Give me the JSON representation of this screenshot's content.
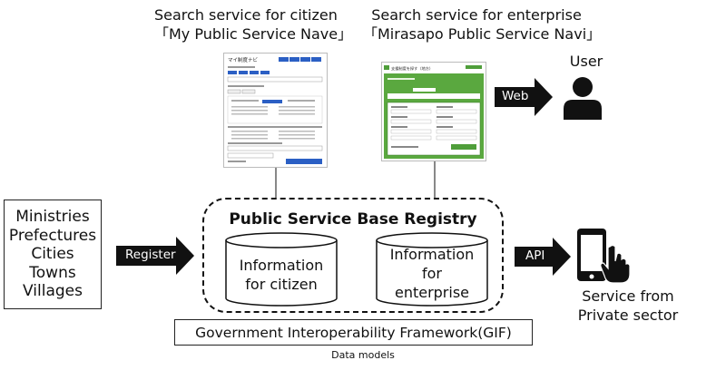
{
  "citizen_service": {
    "caption_line1": "Search service for citizen",
    "caption_line2": "「My Public Service Nave」",
    "screenshot_title": "マイ制度ナビ"
  },
  "enterprise_service": {
    "caption_line1": "Search service  for enterprise",
    "caption_line2": "「Mirasapo Public Service Navi」",
    "screenshot_title": "支援制度を探す（地方）"
  },
  "user": {
    "label": "User",
    "arrow_label": "Web"
  },
  "left_box": {
    "lines": [
      "Ministries",
      "Prefectures",
      "Cities",
      "Towns",
      "Villages"
    ]
  },
  "register_arrow": {
    "label": "Register"
  },
  "registry": {
    "title": "Public Service Base Registry",
    "db_citizen": {
      "line1": "Information",
      "line2": "for citizen"
    },
    "db_enterprise": {
      "line1": "Information",
      "line2": "for",
      "line3": "enterprise"
    }
  },
  "api_arrow": {
    "label": "API"
  },
  "private": {
    "line1": "Service from",
    "line2": "Private sector"
  },
  "gif": {
    "label": "Government Interoperability Framework(GIF)"
  },
  "data_models": {
    "label": "Data models"
  },
  "colors": {
    "enterprise_green": "#4f9e3a",
    "citizen_blue": "#2b5fc4",
    "arrow": "#111111"
  }
}
